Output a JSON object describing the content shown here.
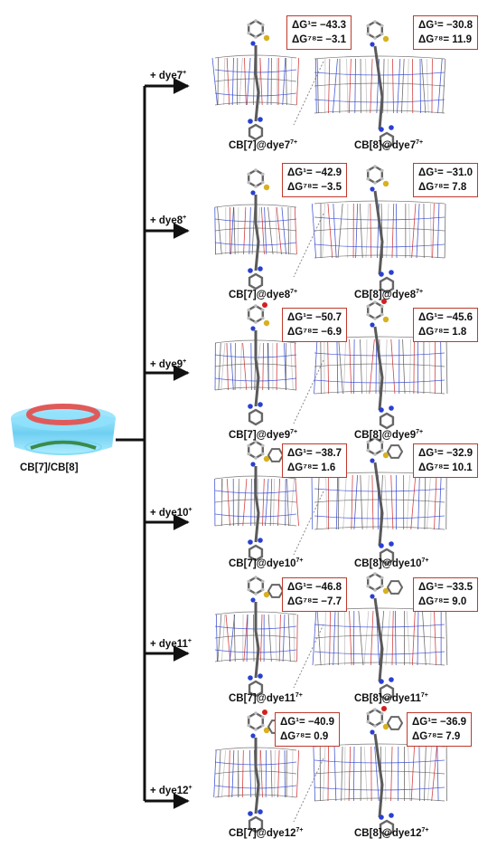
{
  "host": {
    "label": "CB[7]/CB[8]"
  },
  "dyes": [
    {
      "add_label": "+ dye7",
      "add_sup": "+",
      "cb7_label": "CB[7]@dye7",
      "cb8_label": "CB[8]@dye7",
      "complex_sup": "7+",
      "cb7": {
        "dg1": "ΔG¹= −43.3",
        "dg78": "ΔG⁷⁸= −3.1"
      },
      "cb8": {
        "dg1": "ΔG¹= −30.8",
        "dg78": "ΔG⁷⁸= 11.9"
      }
    },
    {
      "add_label": "+ dye8",
      "add_sup": "+",
      "cb7_label": "CB[7]@dye8",
      "cb8_label": "CB[8]@dye8",
      "complex_sup": "7+",
      "cb7": {
        "dg1": "ΔG¹= −42.9",
        "dg78": "ΔG⁷⁸= −3.5"
      },
      "cb8": {
        "dg1": "ΔG¹= −31.0",
        "dg78": "ΔG⁷⁸= 7.8"
      }
    },
    {
      "add_label": "+ dye9",
      "add_sup": "+",
      "cb7_label": "CB[7]@dye9",
      "cb8_label": "CB[8]@dye9",
      "complex_sup": "7+",
      "cb7": {
        "dg1": "ΔG¹= −50.7",
        "dg78": "ΔG⁷⁸= −6.9"
      },
      "cb8": {
        "dg1": "ΔG¹= −45.6",
        "dg78": "ΔG⁷⁸= 1.8"
      }
    },
    {
      "add_label": "+ dye10",
      "add_sup": "+",
      "cb7_label": "CB[7]@dye10",
      "cb8_label": "CB[8]@dye10",
      "complex_sup": "7+",
      "cb7": {
        "dg1": "ΔG¹= −38.7",
        "dg78": "ΔG⁷⁸= 1.6"
      },
      "cb8": {
        "dg1": "ΔG¹= −32.9",
        "dg78": "ΔG⁷⁸= 10.1"
      }
    },
    {
      "add_label": "+ dye11",
      "add_sup": "+",
      "cb7_label": "CB[7]@dye11",
      "cb8_label": "CB[8]@dye11",
      "complex_sup": "7+",
      "cb7": {
        "dg1": "ΔG¹= −46.8",
        "dg78": "ΔG⁷⁸= −7.7"
      },
      "cb8": {
        "dg1": "ΔG¹= −33.5",
        "dg78": "ΔG⁷⁸= 9.0"
      }
    },
    {
      "add_label": "+ dye12",
      "add_sup": "+",
      "cb7_label": "CB[7]@dye12",
      "cb8_label": "CB[8]@dye12",
      "complex_sup": "7+",
      "cb7": {
        "dg1": "ΔG¹= −40.9",
        "dg78": "ΔG⁷⁸= 0.9"
      },
      "cb8": {
        "dg1": "ΔG¹= −36.9",
        "dg78": "ΔG⁷⁸= 7.9"
      }
    }
  ],
  "colors": {
    "box_border": "#c0392b",
    "ring_top": "#e05a5a",
    "ring_bottom": "#3a8a4a",
    "host_body": "#6fd3f5",
    "carbon": "#555555",
    "nitrogen": "#2a3fd0",
    "oxygen": "#d02020",
    "sulfur": "#d8b020",
    "hydrogen": "#bbbbbb"
  }
}
